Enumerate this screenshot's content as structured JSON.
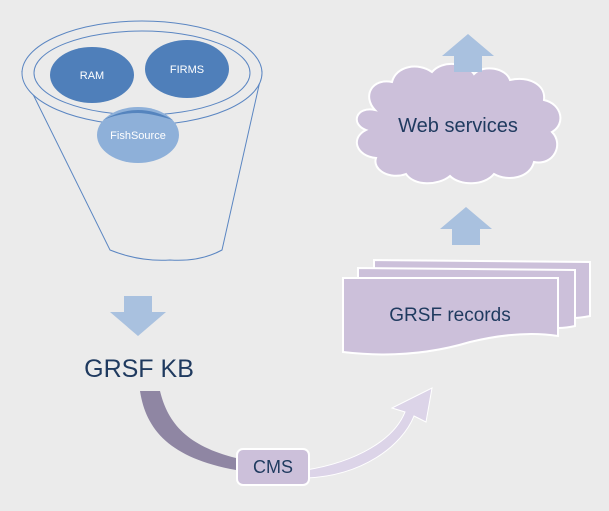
{
  "funnel": {
    "sources": [
      {
        "label": "RAM"
      },
      {
        "label": "FIRMS"
      },
      {
        "label": "FishSource"
      }
    ]
  },
  "knowledge_base": {
    "label": "GRSF KB"
  },
  "cms": {
    "label": "CMS"
  },
  "records": {
    "label": "GRSF records"
  },
  "web_services": {
    "label": "Web services"
  },
  "colors": {
    "background": "#ebebeb",
    "blob_dark": "#4f7fba",
    "blob_light": "#8eb0d9",
    "arrow_blue": "#a9c1df",
    "lavender": "#ccc0da",
    "lavender_border": "#ffffff",
    "outline": "#5b86c2",
    "text_dark": "#1f3a5f"
  }
}
